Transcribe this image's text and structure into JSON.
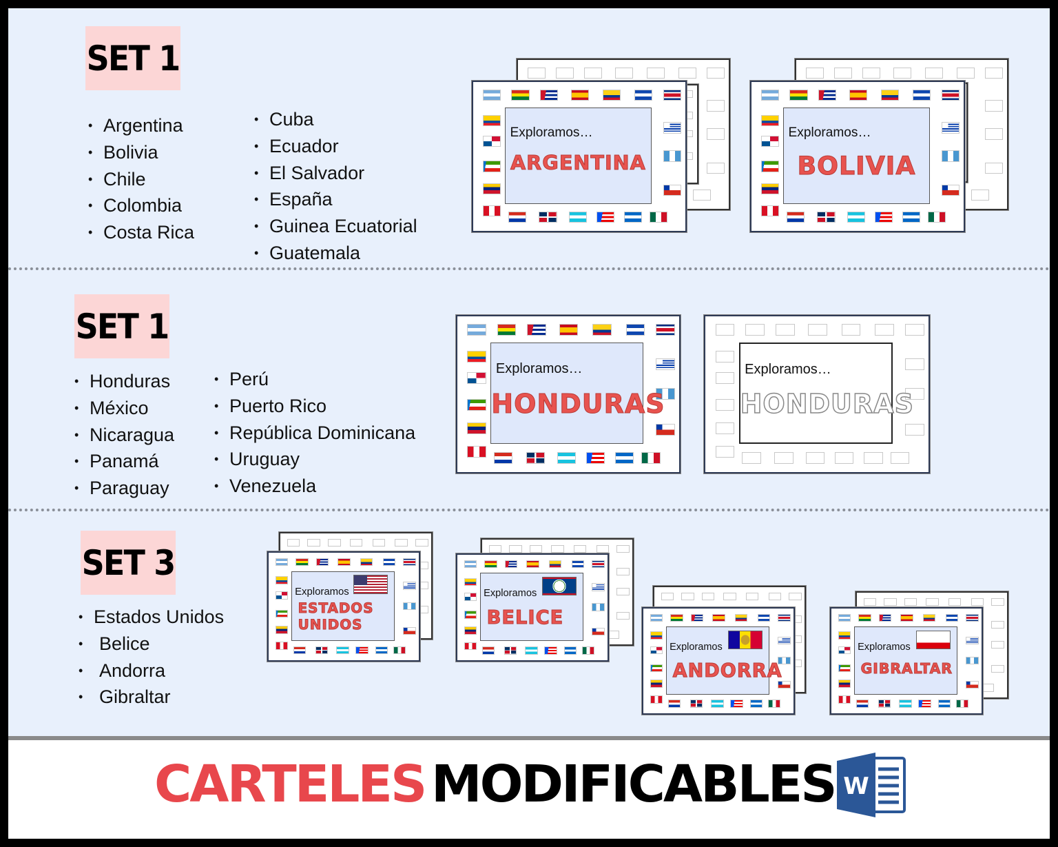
{
  "sets": [
    {
      "label": "SET 1",
      "col1": [
        "Argentina",
        "Bolivia",
        "Chile",
        "Colombia",
        "Costa Rica"
      ],
      "col2": [
        "Cuba",
        "Ecuador",
        "El Salvador",
        "España",
        "Guinea Ecuatorial",
        "Guatemala"
      ]
    },
    {
      "label": "SET 1",
      "col1": [
        "Honduras",
        "México",
        "Nicaragua",
        "Panamá",
        "Paraguay"
      ],
      "col2": [
        "Perú",
        "Puerto Rico",
        "República Dominicana",
        "Uruguay",
        "Venezuela"
      ]
    },
    {
      "label": "SET 3",
      "col1": [
        "Estados Unidos",
        "Belice",
        "Andorra",
        "Gibraltar"
      ]
    }
  ],
  "cards": [
    {
      "explo": "Exploramos…",
      "country": "ARGENTINA"
    },
    {
      "explo": "Exploramos…",
      "country": "BOLIVIA"
    },
    {
      "explo": "Exploramos…",
      "country": "HONDURAS"
    },
    {
      "explo": "Exploramos…",
      "country": "HONDURAS",
      "style": "outline"
    },
    {
      "explo": "Exploramos",
      "country": "ESTADOS UNIDOS",
      "flag": "us"
    },
    {
      "explo": "Exploramos",
      "country": "BELICE",
      "flag": "bz"
    },
    {
      "explo": "Exploramos",
      "country": "ANDORRA",
      "flag": "ad"
    },
    {
      "explo": "Exploramos",
      "country": "GIBRALTAR",
      "flag": "gi"
    }
  ],
  "footer": {
    "word1": "CARTELES",
    "word2": "MODIFICABLES",
    "icon": "microsoft-word-icon",
    "icon_letter": "W"
  },
  "colors": {
    "accent_red": "#e8474c",
    "label_pink": "#fcd6d6",
    "panel_blue": "#e8f0fc",
    "word_blue": "#2b5797"
  }
}
